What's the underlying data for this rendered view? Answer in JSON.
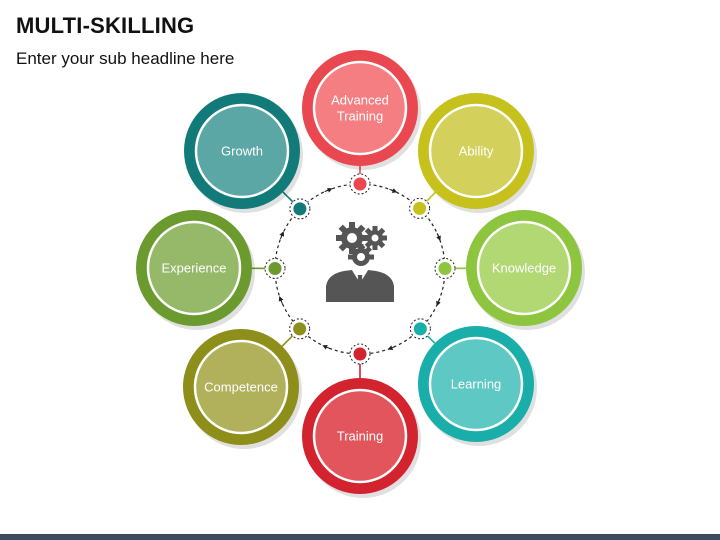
{
  "header": {
    "title": "MULTI-SKILLING",
    "subtitle": "Enter your sub headline here"
  },
  "center": {
    "icon": "businessman-with-gears-icon",
    "color": "#555555"
  },
  "nodes": [
    {
      "key": "advanced-training",
      "lines": [
        "Advanced",
        "Training"
      ],
      "color": "#ea4850",
      "fill": "#f47e82"
    },
    {
      "key": "ability",
      "lines": [
        "Ability"
      ],
      "color": "#c6c11c",
      "fill": "#d3d05b"
    },
    {
      "key": "knowledge",
      "lines": [
        "Knowledge"
      ],
      "color": "#8ec53e",
      "fill": "#b1d873"
    },
    {
      "key": "learning",
      "lines": [
        "Learning"
      ],
      "color": "#19aeaa",
      "fill": "#5ec8c4"
    },
    {
      "key": "training",
      "lines": [
        "Training"
      ],
      "color": "#d2232e",
      "fill": "#e2555c"
    },
    {
      "key": "competence",
      "lines": [
        "Competence"
      ],
      "color": "#8e8f1b",
      "fill": "#b1b05b"
    },
    {
      "key": "experience",
      "lines": [
        "Experience"
      ],
      "color": "#6b9a2f",
      "fill": "#95b969"
    },
    {
      "key": "growth",
      "lines": [
        "Growth"
      ],
      "color": "#127b7a",
      "fill": "#5aa7a5"
    }
  ]
}
